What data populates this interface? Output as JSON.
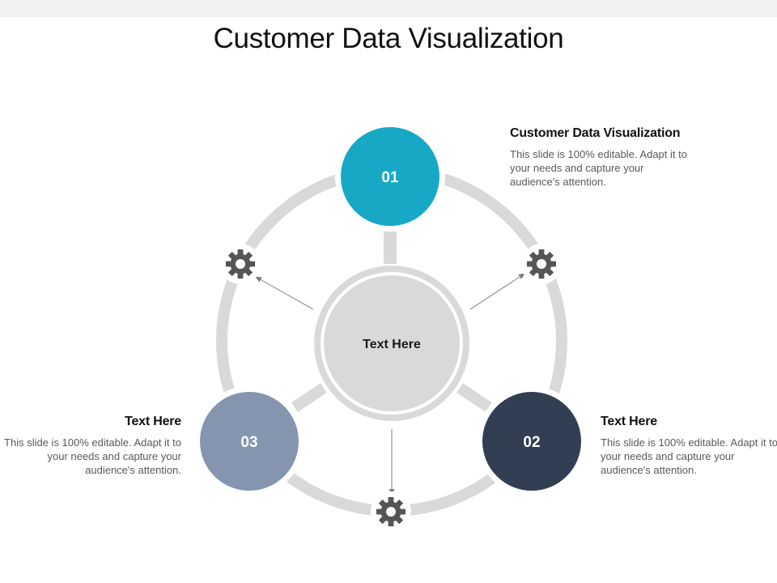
{
  "title": "Customer Data Visualization",
  "center": {
    "label": "Text Here"
  },
  "nodes": [
    {
      "number": "01",
      "color": "#17a8c6"
    },
    {
      "number": "02",
      "color": "#323e52"
    },
    {
      "number": "03",
      "color": "#8595b0"
    }
  ],
  "blocks": [
    {
      "heading": "Customer Data Visualization",
      "body": "This slide is 100% editable. Adapt it to your needs and capture your audience's attention."
    },
    {
      "heading": "Text Here",
      "body": "This slide is 100% editable. Adapt it to your needs and capture your audience's attention."
    },
    {
      "heading": "Text Here",
      "body": "This slide is 100% editable. Adapt it to your needs and capture your audience's attention."
    }
  ],
  "icons": [
    "gear-icon",
    "gear-icon",
    "gear-icon"
  ],
  "colors": {
    "ring": "#d9d9d9",
    "gear": "#555555",
    "arrow": "#7f7f7f"
  }
}
